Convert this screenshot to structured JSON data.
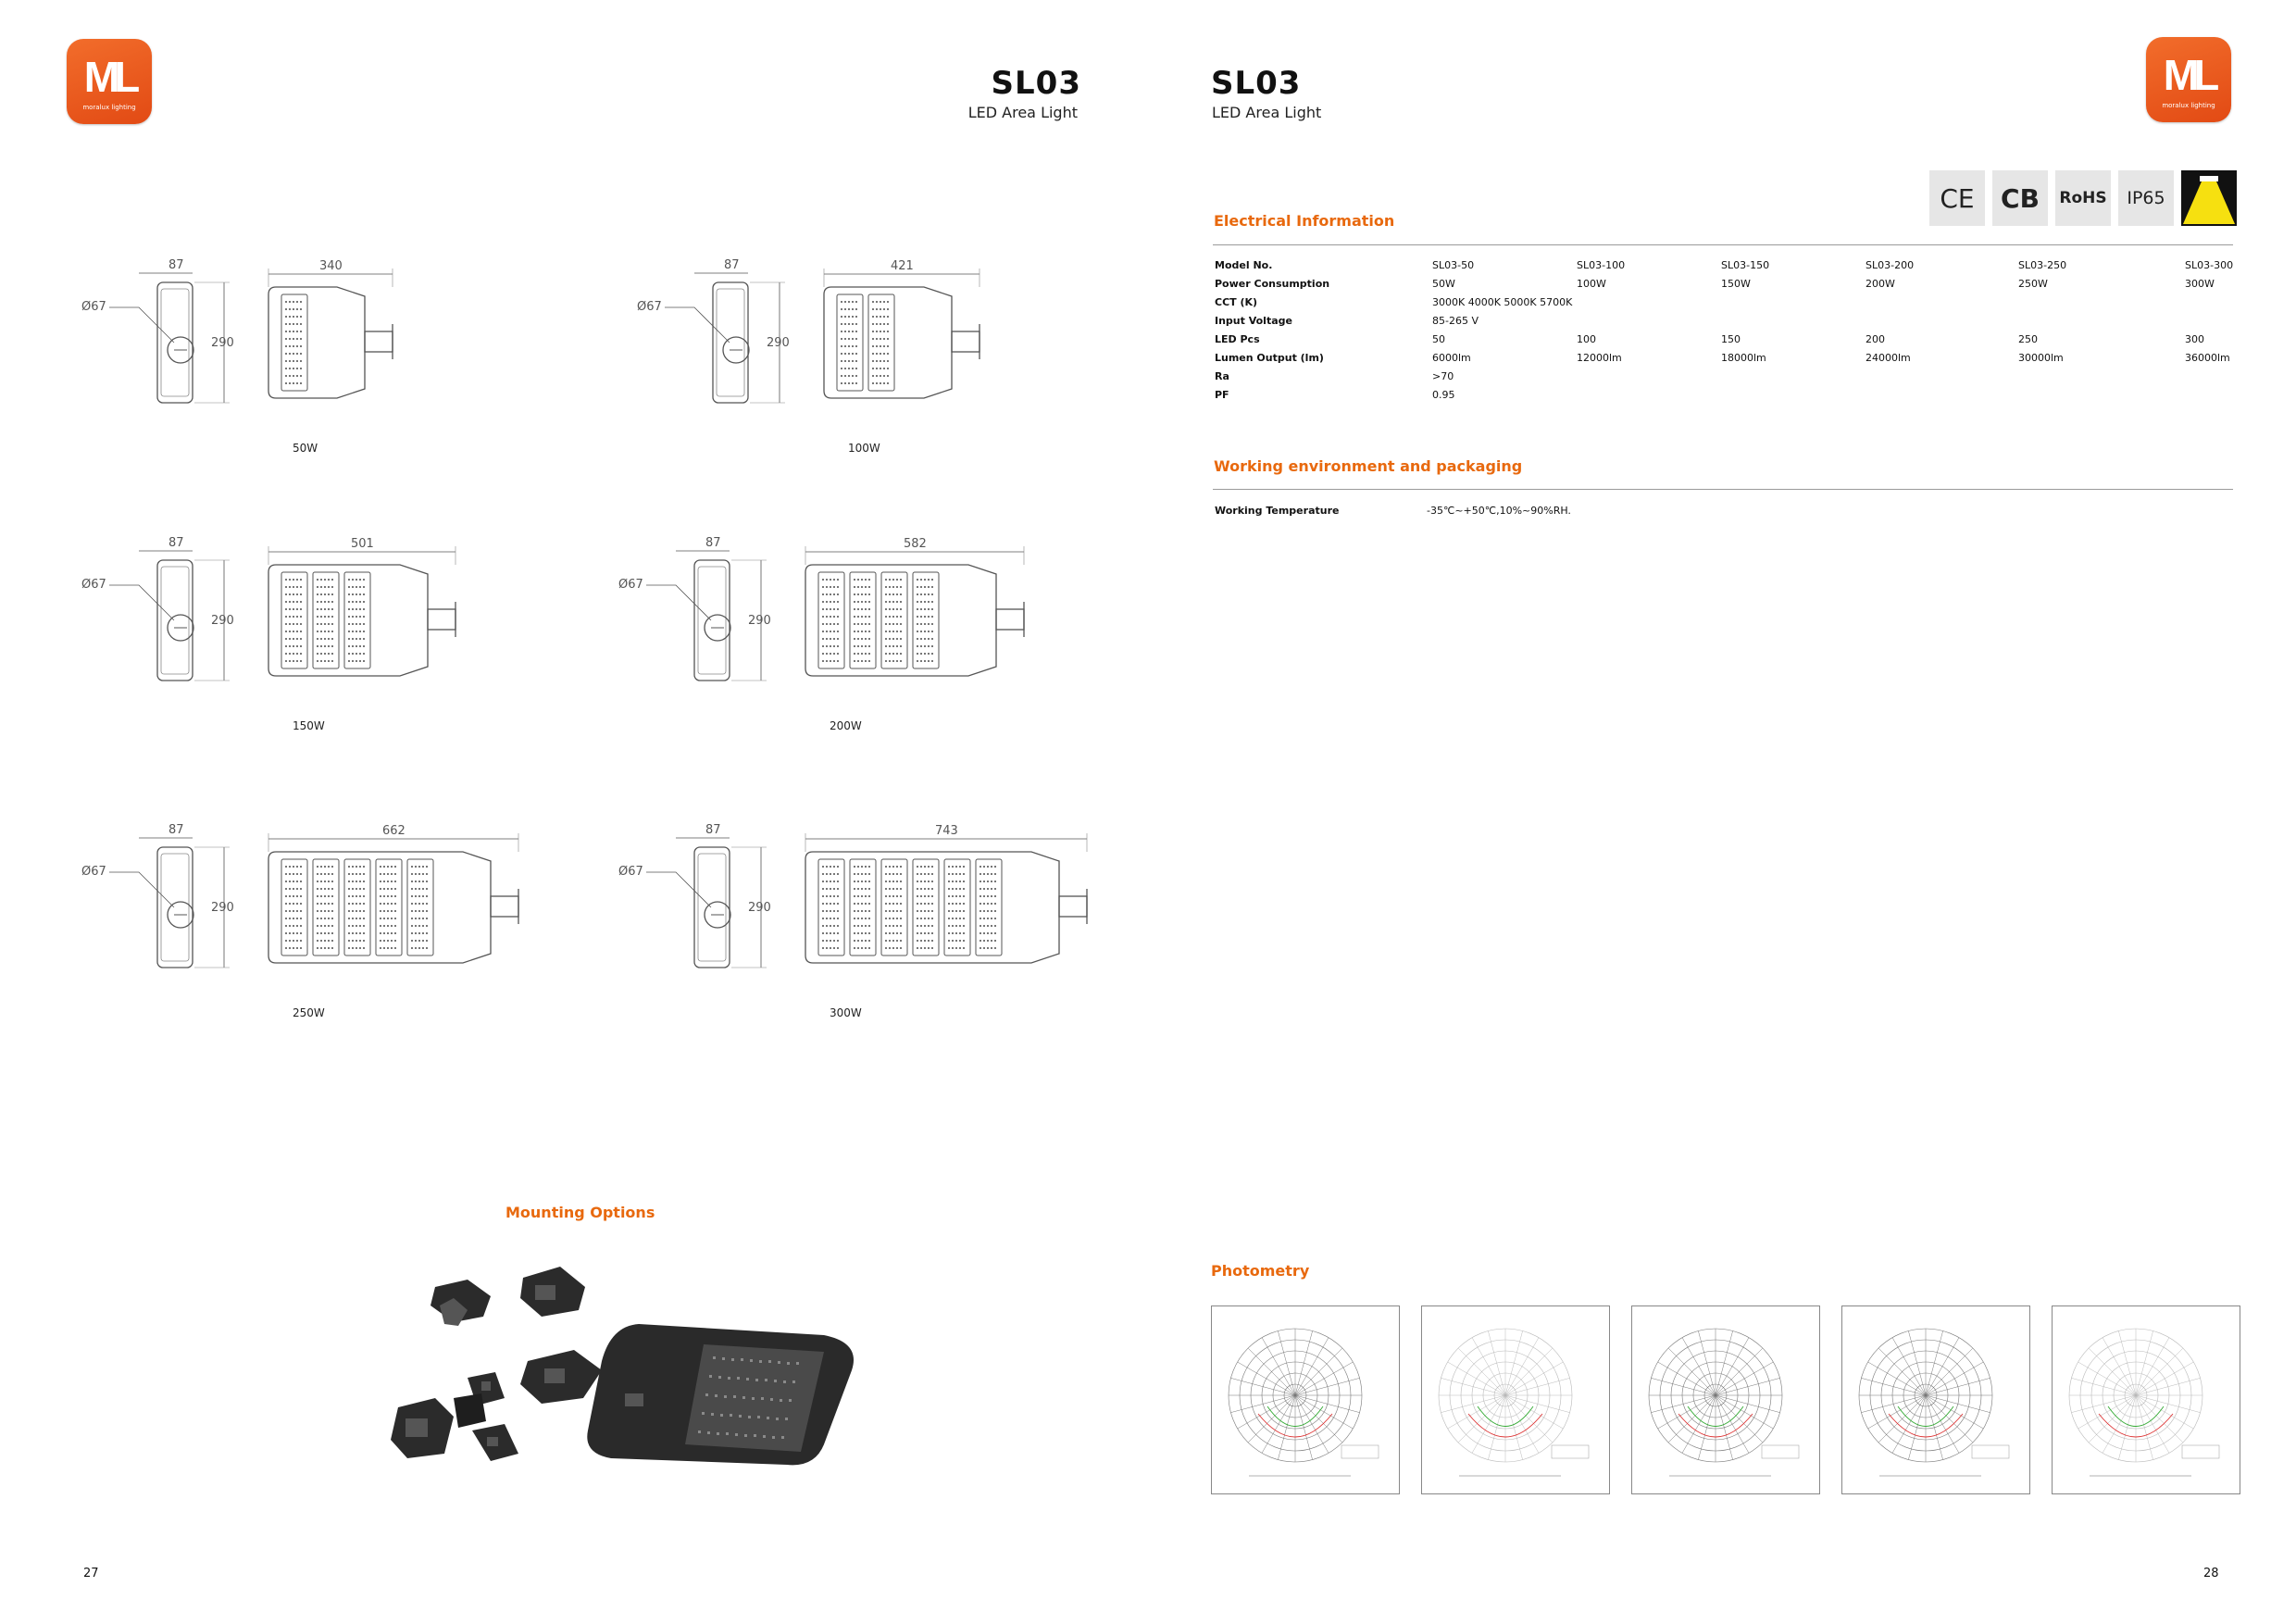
{
  "brand": {
    "mark": "ML",
    "tagline": "moralux lighting"
  },
  "left_page": {
    "title": "SL03",
    "subtitle": "LED Area Light",
    "drawings": [
      {
        "label": "50W",
        "depth": "87",
        "height": "290",
        "width": "340",
        "diameter": "Ø67",
        "modules": 1
      },
      {
        "label": "100W",
        "depth": "87",
        "height": "290",
        "width": "421",
        "diameter": "Ø67",
        "modules": 2
      },
      {
        "label": "150W",
        "depth": "87",
        "height": "290",
        "width": "501",
        "diameter": "Ø67",
        "modules": 3
      },
      {
        "label": "200W",
        "depth": "87",
        "height": "290",
        "width": "582",
        "diameter": "Ø67",
        "modules": 4
      },
      {
        "label": "250W",
        "depth": "87",
        "height": "290",
        "width": "662",
        "diameter": "Ø67",
        "modules": 5
      },
      {
        "label": "300W",
        "depth": "87",
        "height": "290",
        "width": "743",
        "diameter": "Ø67",
        "modules": 6
      }
    ],
    "mounting_title": "Mounting Options",
    "page_number": "27"
  },
  "right_page": {
    "title": "SL03",
    "subtitle": "LED Area Light",
    "certifications": [
      "CE",
      "CB",
      "RoHS",
      "IP65"
    ],
    "electrical_title": "Electrical Information",
    "electrical_rows": [
      {
        "label": "Model No.",
        "values": [
          "SL03-50",
          "SL03-100",
          "SL03-150",
          "SL03-200",
          "SL03-250",
          "SL03-300"
        ]
      },
      {
        "label": "Power Consumption",
        "values": [
          "50W",
          "100W",
          "150W",
          "200W",
          "250W",
          "300W"
        ]
      },
      {
        "label": "CCT (K)",
        "values": [
          "3000K  4000K  5000K  5700K"
        ]
      },
      {
        "label": "Input Voltage",
        "values": [
          "85-265 V"
        ]
      },
      {
        "label": "LED Pcs",
        "values": [
          "50",
          "100",
          "150",
          "200",
          "250",
          "300"
        ]
      },
      {
        "label": "Lumen Output (lm)",
        "values": [
          "6000lm",
          "12000lm",
          "18000lm",
          "24000lm",
          "30000lm",
          "36000lm"
        ]
      },
      {
        "label": "Ra",
        "values": [
          ">70"
        ]
      },
      {
        "label": "PF",
        "values": [
          "0.95"
        ]
      }
    ],
    "environment_title": "Working environment and packaging",
    "environment_rows": [
      {
        "label": "Working Temperature",
        "value": "-35℃~+50℃,10%~90%RH."
      }
    ],
    "photometry_title": "Photometry",
    "page_number": "28"
  },
  "colors": {
    "accent": "#e8690e",
    "logo": "#e8561a",
    "housing": "#444444"
  }
}
